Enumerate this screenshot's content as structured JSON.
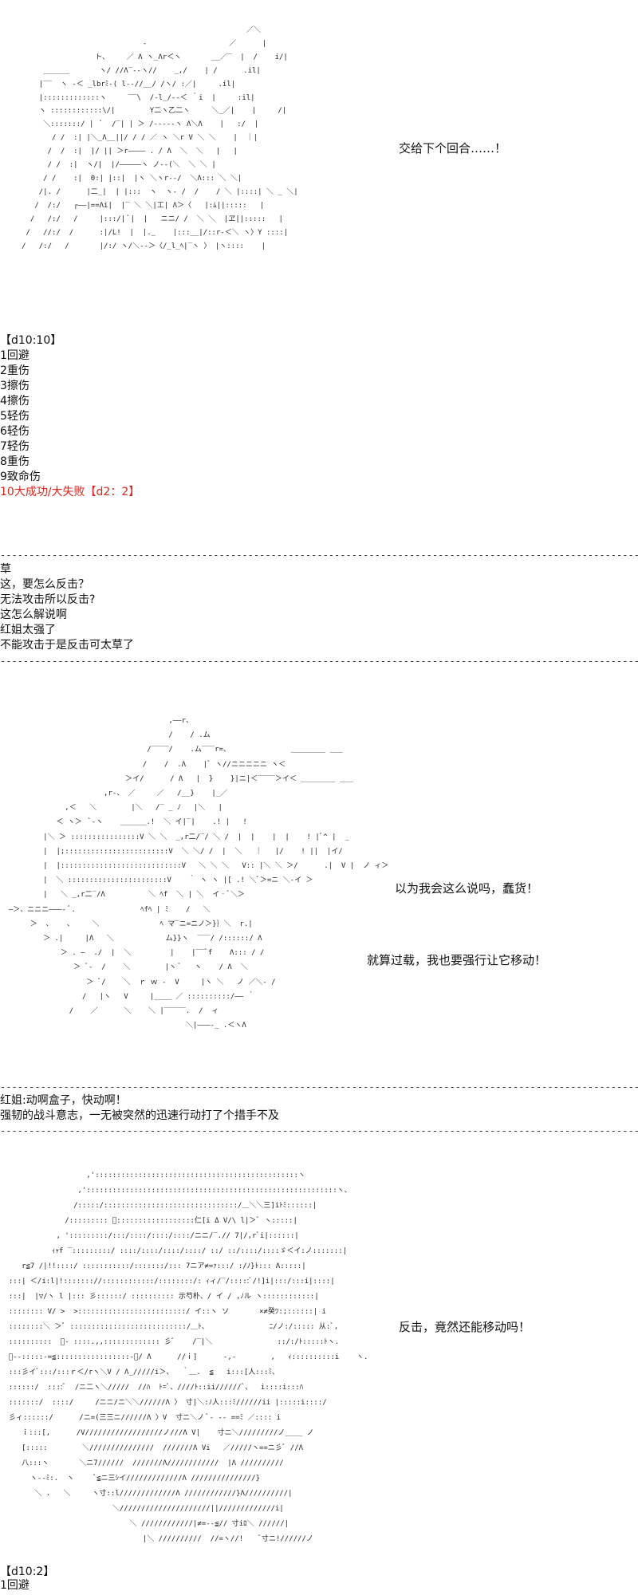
{
  "scene1": {
    "art": "                                                         ／＼\n                                 ‐                   ／      |\n                      ト、    ／ Λ ヽ_Λr＜ヽ       __／‾  |  /    i/|\n          ______       ヽ/ //Λ‾‐‐ヽ//    _,/    | /      .il|\n         |‾‾  ヽ ‐＜ _lbrﾐ‐( l‐‐//__/ /ヽ/ :／|     .il|\n         |:::::::::::::ヽ     ‾‾\\  /‐l_/‐‐＜ ｀i  |     :il|\n         ヽ ::::::::::::\\/|        Y二ヽ乙二ヽ     ＼_／|    |     /|\n          ＼:::::::/ |  ﾞ  /‾| | ＞ /‐‐‐‐‐ヽ Λ＼Λ    |   :/  |\n            / /  :| |＼_Λ__||/ / / ／ ヽ ＼r V ＼ ＼    |  ｜|\n           /  /  :|  |/ || ＞r―――― . / Λ  ＼  ＼   |   |\n           / /  :|  ヽ/|  |/―――――ヽ ノ‐‐(＼  ＼ ＼ |\n          / /    :|  0:| |::|  |ヽ ＼ヽr‐‐/  ＼Λ::: ＼ ＼|\n         /|. /      |二_|  | |:::  ヽ  ヽ‐ /  /    / ＼ |::::| ＼ _ ＼|\n        /  /:/   ┌――|==Λi|  |‾ ＼ ＼|工| Λ＞〈   |:ﾑ||:::::   |\n       /   /:/   /     |:::/| ﾞ|  |   ニニ/ /  ＼ ＼  |ヱ||:::::   |\n      /   //:/  /      :|/L!  |  |._    |:::__|/::r‐＜＼ ヽ〉Y ::::|\n     /   /:/   /       |/:/ ヽ/＼‐‐＞〈/_l_ﾍ|‾ヽ 〉 |ヽ::::    |",
    "caption": "交给下个回合……！"
  },
  "roll1": {
    "header": "【d10:10】",
    "items": [
      "1回避",
      "2重伤",
      "3擦伤",
      "4擦伤",
      "5轻伤",
      "6轻伤",
      "7轻伤",
      "8重伤",
      "9致命伤"
    ],
    "result": "10大成功/大失败【d2：2】"
  },
  "comments": {
    "lines": [
      "草",
      "这，要怎么反击？",
      "无法攻击所以反击?",
      "这怎么解说啊",
      "红姐太强了",
      "不能攻击于是反击可太草了"
    ]
  },
  "scene2": {
    "art": "                                       ,――r、\n                                       /    / .ム\n                                  /‾‾‾‾/    .ム‾‾‾r=、              ________ ___\n                                 /    /  .Λ    |ﾞ ヽ//ニニニニニ ヽ＜\n                             ＞イ/      / Λ   |  }    }|ニ|＜‾‾‾‾＞イ＜ ________ ___\n                        ,r‐、 ／     ／   /__}    |_／\n               ,＜   ＼        |＼   /‾ _ ﾉ   |＼   |\n             ＜ ヽ＞  ﾞ‐ヽ    ______.!  ＼ イ|‾|    .! |   !\n          |＼ ＞ ::::::::::::::::V ＼ ＼  _,r二/‾/ ＼ /  |  |    |  |    ! |ﾞ^ |  _\n          |  |;::::::::::::::::::::::::V  ＼ ＼/ /  |  ＼   ｜   |/    ! ||  |イ/\n          |  |::::::::::::::::::::::::::::V   ＼ ＼ ＼   V:: |＼ ＼ ＞/      .|  V |  ノ ィ＞\n          |  ＼ :::::::::::::::::::::::V    ｀ ヽ ヽ |[ .! ＼ﾞ＞=ニ ＼‐イ ＞\n          |   ＼ _,r二‾/Λ          ＼ ﾍf  ＼ | ＼  イ‐ﾞ＼＞\n  ―＞、ニニニ―――‐ ﾞ.               ﾍfﾍ | ﾐ    /   ＼\n       ＞  ､    ､     ＼              ﾍ マ‾ニ=ニノ＞}｝＼  r.|\n          ＞ .|     |Λ   ＼            ム}}ヽ  ‾‾‾/ /::::::/ Λ\n              ＞ . ―  ./  |  ＼         |    |‾‾ﾞf    Λ::: / /\n                 ＞ ﾞ‐  /    ＼        |ヽ ﾞ   ヽ    / Λ  ＼\n                    ＞ ﾞ/    ＼  ｒ ｗ ‐  V     |ヽ ＼   ノ ／＼‐ /\n                   /   |ヽ   V     |____ ／ ::::::::::/―― ｀\n                /    ／      ＼    ＼ |‾‾‾‾‾.  /  ィ\n                                           ＼|―――‐_ .＜ヽΛ",
    "caption1": "以为我会这么说吗，蠢货！",
    "caption2": "就算过载，我也要强行让它移动！"
  },
  "narration": {
    "lines": [
      "红姐:动啊盒子，快动啊！",
      "强韧的战斗意志，一无被突然的迅速行动打了个措手不及"
    ]
  },
  "scene3": {
    "art": "                    ,':::::::::::::::::::::::::::::::::::::::::::::::ヽ\n                  ,'::::::::::::::::::::::::::::::::::::::::::::::::::::::::::ヽ、\n                 /:::::/:::::::::::::::::::::::::::::::/＿＼＼三]iﾄﾐ::::::|\n               /::::::::: ﾞ::::::::::::::::::仁[i Δ V/\\ l|＞ﾞ ヽ:::::|\n             , ':::::::::/:::/::::/::::/::::/ニニ/‾.// 7|/,rﾞi|::::::|\n            ｨｬf ‾:::::::::/ ::::/::::/::::/::::/ ::/ ::/::::/::::ゞ＜イ:ノ:::::::|\n     r≦7 /|!!::::/ :::::::::::/:::::::/::: 7ニア≠=ｧ:::/ :/ﾉ}ﾄ::: Λ:::::|\n  :::| ＜/i:l|!::::::://::::::::::::/::::::::/: ｨィ/‾/:::::ﾞ/!]i|:::/:::i|::::|\n  :::|  |▽/ヽ l |::: 彡::::::/ :::::::::: 示芍朴、/ イ / ,ﾉル ヽ::::::::::::|\n  :::::::: V/ >  >:::::::::::::::::::::::::/ イ::ヽ ソ       ×≠癸ﾂ:;::::::| i\n  ::::::::＼ ＞ﾞ :::::::::::::::::::::::::::/＿ﾄ、              ﾆ/ノ:/::::: 从:ﾞ,\n  ::::::::::  ﾞ‐ ::::.,,::::::::::::: 彡ﾞ    /‾|＼               ::/:/ﾄ:::::ﾄヽ.\n  ﾞ‐‐:::::‐=≦:::::::::::::::::‐＜/ Λ      //ｉ]      ‐,‐        ,   ｨ::::::::::i    ヽ.\n  :::彡イﾞ:::/:::ｒ＜/rヽ＼V / Λ_/////i＞、  ｀＿.  ≦   i:::[人:::ﾐ、\n  ::::::/  ::::ﾞ  /ニ二ヽ＼/////  //ﾊ  ﾄ=ﾞ、////ﾄ::ii//////ﾞ、  i::::i:::ﾊ\n  :::::::/  ::::/     /ニニ/ニ＼＼//////Λ 〉 寸|＼:ﾉ人:::ﾐ//////ii |:::::i::::/\n  彡ィ::::::/      /ニ=(三三ニ//////Λ 〉V  寸ニ＼ノ ﾞ‐ ‐‐ ==ﾐ ／:::: i\n     ｉ:::[,      /V//////////////////ノ///Λ V|    寸ニ＼/////////ノ____ ノ\n     [:::::        ＼///////////////  ///////Λ Vi   ／/////ヽ==ニ彡ﾞ //Λ\n     八:::ヽ       ＼ニ7//////  ///////Λ////////////  |Λ //////////\n       ヽ‐‐ﾐ:.  ヽ     ﾞ≦ニ三ｼイ/////////////Λ ///////////////}\n        ＼ .   ＼     ヽ寸::l/////////////Λ ////////////}Λ//////////|\n                          ＼/////////////////////||/////////////i|\n                              ＼ ////////////|≠=‐‐≦// 寸iﾛ＼ //////|\n                                 |＼ //////////  //=ヽ//!    ﾞ寸ニ!//////ノ",
    "caption": "反击，竟然还能移动吗！"
  },
  "roll2": {
    "header": "【d10:2】",
    "items": [
      "1回避"
    ]
  },
  "separator": "------------------------------------------------------------------------------------------------------------------------------------------------------------------------------------------------------------"
}
